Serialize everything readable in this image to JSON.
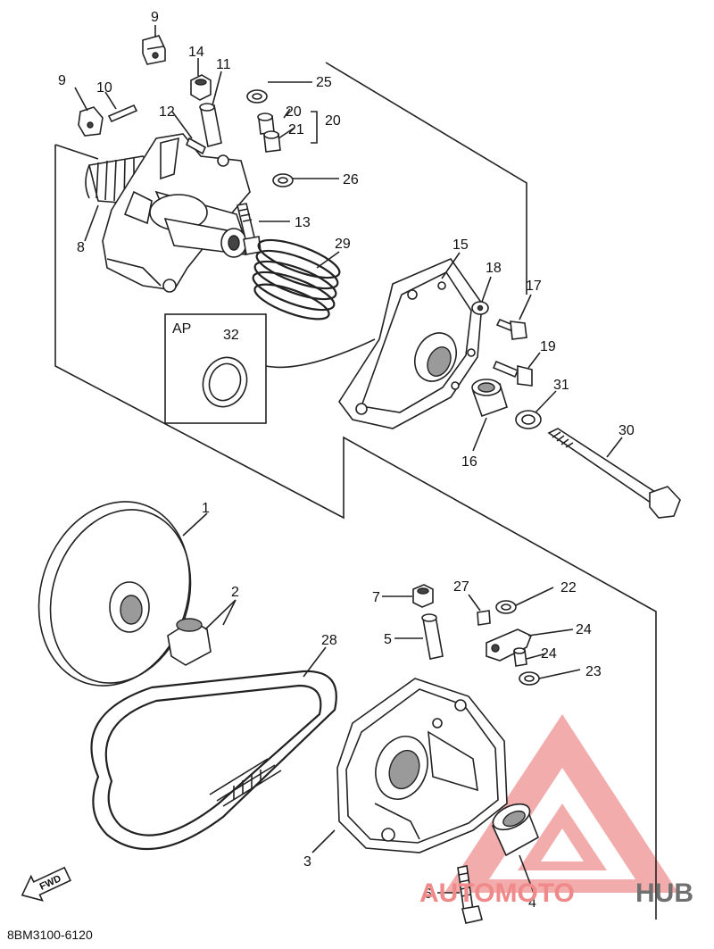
{
  "callouts": [
    {
      "id": "c1",
      "text": "1"
    },
    {
      "id": "c2",
      "text": "2"
    },
    {
      "id": "c3",
      "text": "3"
    },
    {
      "id": "c4",
      "text": "4"
    },
    {
      "id": "c5",
      "text": "5"
    },
    {
      "id": "c6",
      "text": "6"
    },
    {
      "id": "c7",
      "text": "7"
    },
    {
      "id": "c8",
      "text": "8"
    },
    {
      "id": "c9a",
      "text": "9"
    },
    {
      "id": "c9b",
      "text": "9"
    },
    {
      "id": "c10",
      "text": "10"
    },
    {
      "id": "c11",
      "text": "11"
    },
    {
      "id": "c12",
      "text": "12"
    },
    {
      "id": "c13",
      "text": "13"
    },
    {
      "id": "c14",
      "text": "14"
    },
    {
      "id": "c15",
      "text": "15"
    },
    {
      "id": "c16",
      "text": "16"
    },
    {
      "id": "c17",
      "text": "17"
    },
    {
      "id": "c18",
      "text": "18"
    },
    {
      "id": "c19",
      "text": "19"
    },
    {
      "id": "c20a",
      "text": "20"
    },
    {
      "id": "c20b",
      "text": "20"
    },
    {
      "id": "c21",
      "text": "21"
    },
    {
      "id": "c22",
      "text": "22"
    },
    {
      "id": "c23",
      "text": "23"
    },
    {
      "id": "c24a",
      "text": "24"
    },
    {
      "id": "c24b",
      "text": "24"
    },
    {
      "id": "c25",
      "text": "25"
    },
    {
      "id": "c26",
      "text": "26"
    },
    {
      "id": "c27",
      "text": "27"
    },
    {
      "id": "c28",
      "text": "28"
    },
    {
      "id": "c29",
      "text": "29"
    },
    {
      "id": "c30",
      "text": "30"
    },
    {
      "id": "c31",
      "text": "31"
    },
    {
      "id": "c32",
      "text": "32"
    }
  ],
  "inset": {
    "label": "AP"
  },
  "direction_label": "FWD",
  "diagram_code": "8BM3100-6120",
  "watermark": {
    "part1": "AUTOMOTO",
    "part2": "HUB",
    "color_accent": "#f08a8a",
    "color_gray": "#707070"
  }
}
